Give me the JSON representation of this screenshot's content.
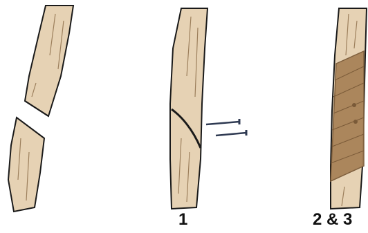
{
  "colors": {
    "branch_fill": "#e6d2b4",
    "branch_shade": "#c9ae86",
    "outline": "#1a1a1a",
    "tape": "#a88258",
    "tape_dark": "#7a5a38",
    "nail": "#2f3a52"
  },
  "panels": [
    {
      "id": "broken",
      "label": ""
    },
    {
      "id": "nailed",
      "label": "1"
    },
    {
      "id": "wrapped",
      "label": "2 & 3"
    }
  ]
}
